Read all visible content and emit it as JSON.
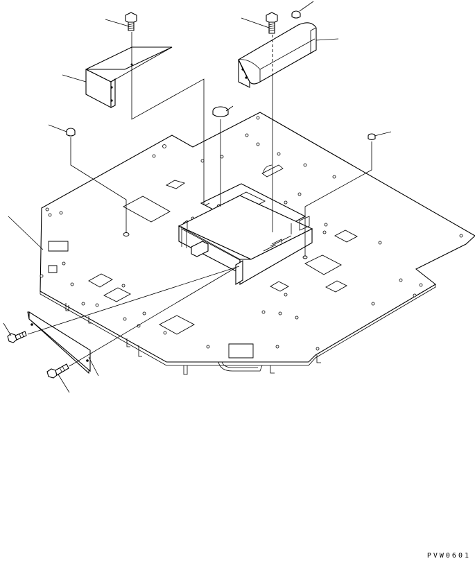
{
  "diagram": {
    "figure_code": "PVW0601",
    "parts": [
      {
        "name": "floor-plate"
      },
      {
        "name": "bolt-top-left"
      },
      {
        "name": "bolt-top-right"
      },
      {
        "name": "cap-top-right"
      },
      {
        "name": "cover-left"
      },
      {
        "name": "cover-right"
      },
      {
        "name": "plug-center"
      },
      {
        "name": "plug-left"
      },
      {
        "name": "plug-right"
      },
      {
        "name": "front-plate"
      },
      {
        "name": "bolt-front-upper"
      },
      {
        "name": "bolt-front-lower"
      },
      {
        "name": "center-console-box"
      }
    ]
  }
}
